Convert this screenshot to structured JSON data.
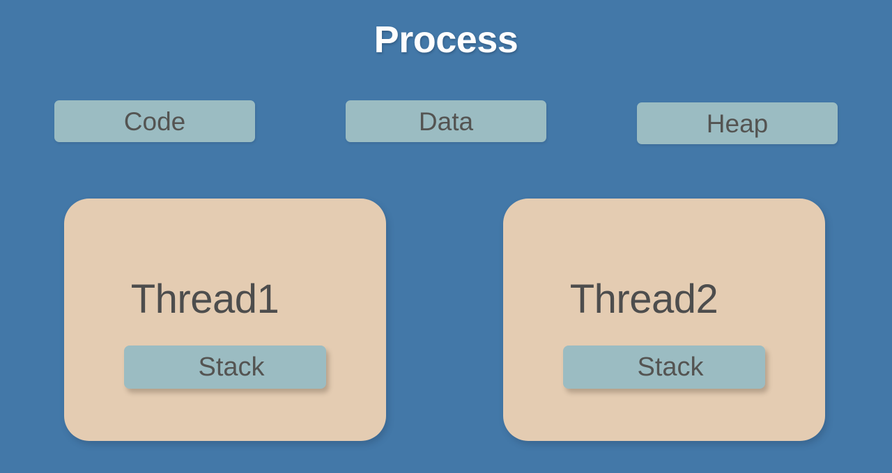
{
  "slide": {
    "title": "Process",
    "background_color": "#4378a8",
    "title_color": "#fefefe"
  },
  "memory_segments": [
    {
      "label": "Code",
      "fill_color": "#9bbcc2",
      "text_color": "#545452"
    },
    {
      "label": "Data",
      "fill_color": "#9bbcc2",
      "text_color": "#545452"
    },
    {
      "label": "Heap",
      "fill_color": "#9bbcc2",
      "text_color": "#545452"
    }
  ],
  "threads": [
    {
      "label": "Thread1",
      "fill_color": "#e4ccb2",
      "text_color": "#4d4d4d",
      "stack": {
        "label": "Stack",
        "fill_color": "#9bbcc2",
        "text_color": "#545452"
      }
    },
    {
      "label": "Thread2",
      "fill_color": "#e4ccb2",
      "text_color": "#4d4d4d",
      "stack": {
        "label": "Stack",
        "fill_color": "#9bbcc2",
        "text_color": "#545452"
      }
    }
  ]
}
